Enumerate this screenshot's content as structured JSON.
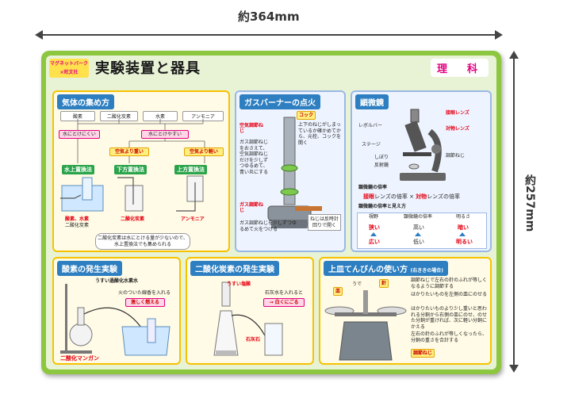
{
  "dimensions": {
    "width_label": "約364mm",
    "height_label": "約257mm"
  },
  "header": {
    "brand_line1": "マグネットバーク",
    "brand_line2": "×旺文社",
    "title": "実験装置と器具",
    "subject": "理　科"
  },
  "gas": {
    "title": "気体の集め方",
    "gases": [
      "酸素",
      "二酸化炭素",
      "水素",
      "アンモニア"
    ],
    "insoluble": "水にとけにくい",
    "soluble": "水にとけやすい",
    "heavier": "空気より重い",
    "lighter": "空気より軽い",
    "methods": [
      "水上置換法",
      "下方置換法",
      "上方置換法"
    ],
    "result_water": "酸素、水素",
    "result_water2": "二酸化炭素",
    "result_down": "二酸化炭素",
    "result_up": "アンモニア",
    "note": "二酸化炭素は水にとける量が少ないので、水上置換法でも集められる"
  },
  "burner": {
    "title": "ガスバーナーの点火",
    "cock": "コック",
    "air_screw": "空気調節ねじ",
    "gas_screw": "ガス調節ねじ",
    "step1": "上下のねじがしまっているか確かめてから、元栓、コックを開く",
    "step2": "ガス調節ねじをおさえて、空気調節ねじだけを少しずつゆるめて、青い炎にする",
    "step3": "ガス調節ねじを少しずつゆるめて火をつける",
    "screw_note": "ねじは反時計回りで開く"
  },
  "microscope": {
    "title": "顕微鏡",
    "eyepiece": "接眼レンズ",
    "objective": "対物レンズ",
    "revolver": "レボルバー",
    "stage": "ステージ",
    "diaphragm": "しぼり",
    "mirror": "反射鏡",
    "focus": "調節ねじ",
    "mag_title": "顕微鏡の倍率",
    "mag_formula_a": "接眼",
    "mag_formula_b": "レンズの倍率 ×",
    "mag_formula_c": "対物",
    "mag_formula_d": "レンズの倍率",
    "view_title": "顕微鏡の倍率と見え方",
    "cols": [
      "視野",
      "顕微鏡の倍率",
      "明るさ"
    ],
    "row1": [
      "狭い",
      "高い",
      "暗い"
    ],
    "row2": [
      "広い",
      "低い",
      "明るい"
    ]
  },
  "oxygen": {
    "title": "酸素の発生実験",
    "reagent": "うすい過酸化水素水",
    "flame_a": "火のついた線香を入れる",
    "flame_b": "激しく燃える",
    "catalyst": "二酸化マンガン"
  },
  "co2": {
    "title": "二酸化炭素の発生実験",
    "acid": "うすい塩酸",
    "lime_a": "石灰水を入れると",
    "lime_b": "→ 白くにごる",
    "stone": "石灰石"
  },
  "balance": {
    "title": "上皿てんびんの使い方",
    "subtitle": "(右ききの場合)",
    "plate": "皿",
    "arm": "うで",
    "needle": "針",
    "screw": "調節ねじ",
    "step1": "調節ねじで左右の針のふれが等しくなるように調節する",
    "step2": "はかりたいものを左側の皿にのせる",
    "step3": "はかりたいものより少し重いと思われる分銅から右側の皿にのせ、のせた分銅が重ければ、次に軽い分銅にかえる",
    "step4": "左右の針のふれが等しくなったら、分銅の重さを合計する"
  }
}
